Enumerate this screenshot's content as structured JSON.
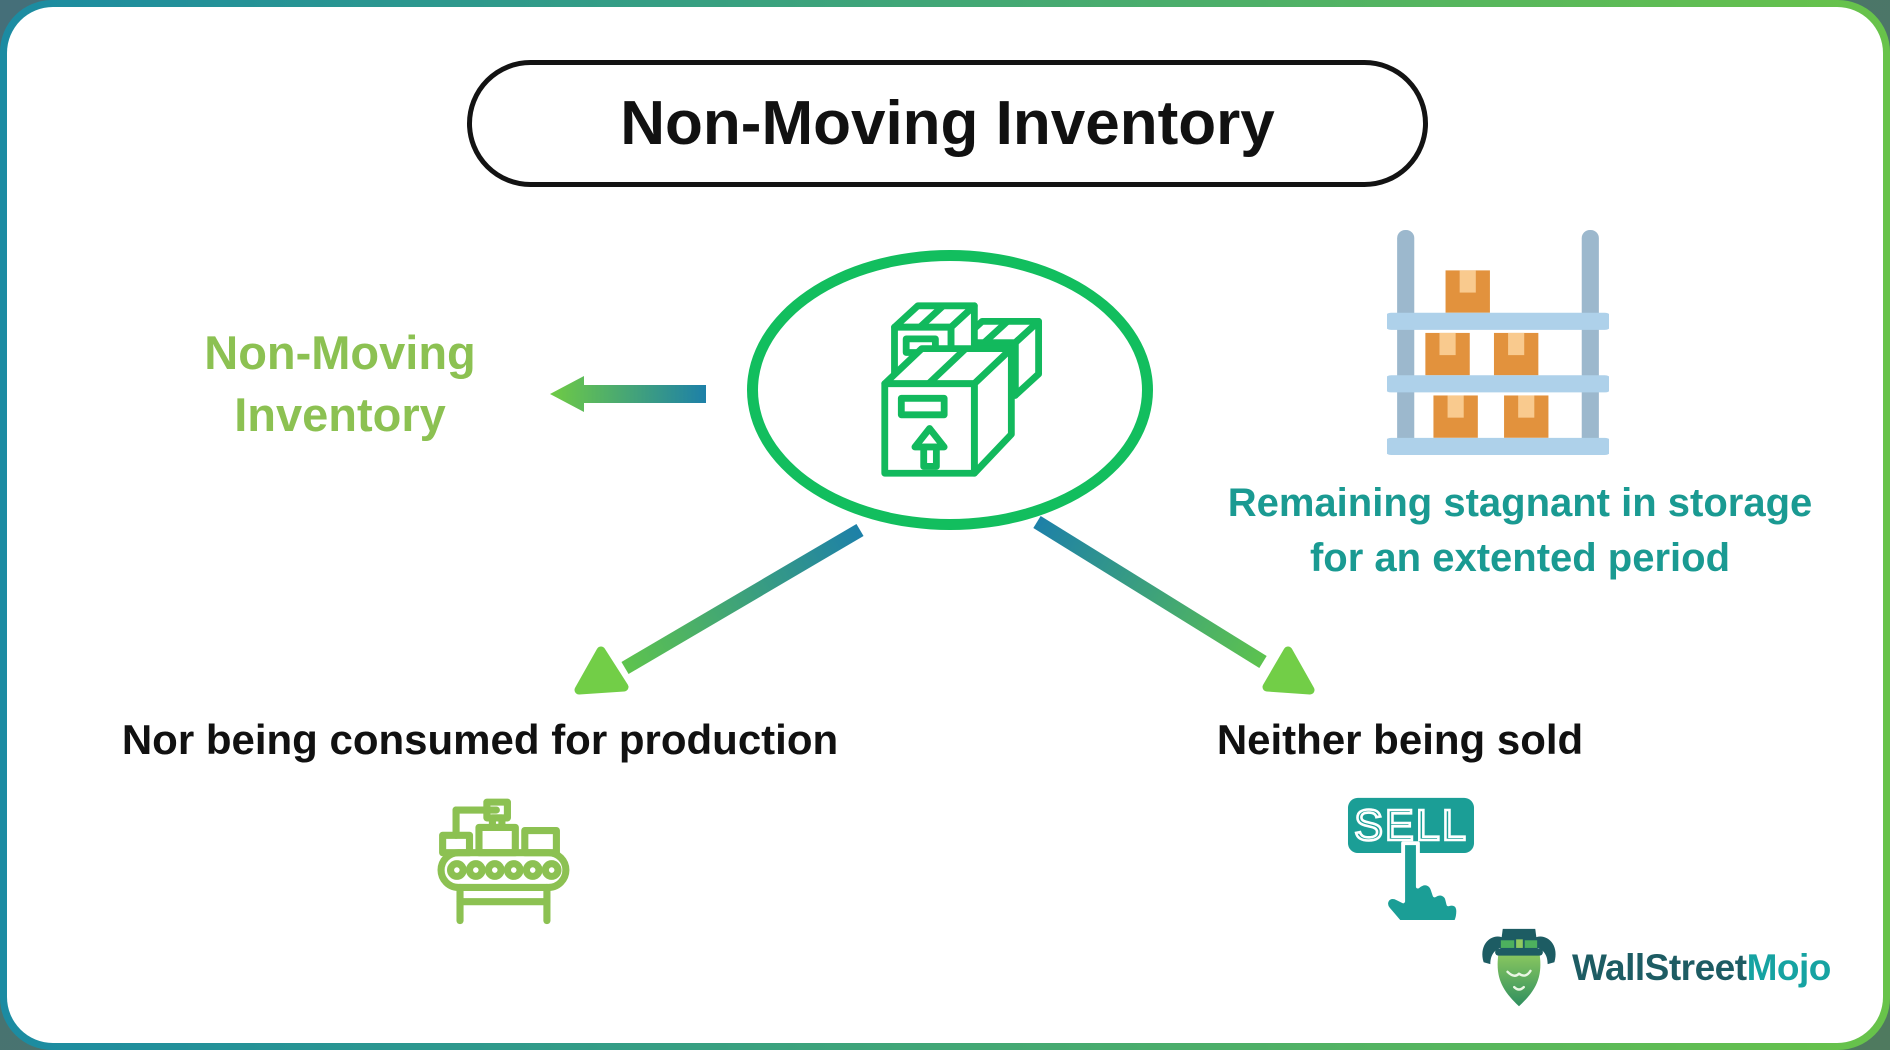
{
  "title": "Non-Moving Inventory",
  "center_label": {
    "line1": "Non-Moving",
    "line2": "Inventory"
  },
  "storage_note": {
    "line1": "Remaining stagnant in storage",
    "line2": "for an extented period"
  },
  "production_label": "Nor being consumed for production",
  "sold_label": "Neither being sold",
  "sell_button_text": "SELL",
  "logo": {
    "brand_primary": "WallStreet",
    "brand_secondary": "Mojo"
  },
  "icons": {
    "center": "boxes-icon",
    "right": "storage-rack-icon",
    "bottom_left": "conveyor-belt-icon",
    "bottom_right": "sell-click-icon",
    "logo": "bull-mascot-icon",
    "connectors": [
      "left-arrow",
      "down-left-arrow",
      "down-right-arrow"
    ]
  },
  "colors": {
    "title_ink": "#111111",
    "label_green": "#8cc152",
    "emerald_green": "#12be5e",
    "teal_text": "#1a9a92",
    "sell_teal": "#1b9e96",
    "rack_bar_blue": "#aed1ea",
    "rack_post_blue": "#9cb8cd",
    "box_orange": "#e2923d",
    "box_flap": "#f9ca8e",
    "border_teal": "#1b8ba2",
    "border_green": "#68c34a",
    "arrow_green": "#6fcb44",
    "arrow_teal": "#1d80a8",
    "logo_dark": "#1d5c63",
    "logo_teal": "#16a3a2"
  }
}
